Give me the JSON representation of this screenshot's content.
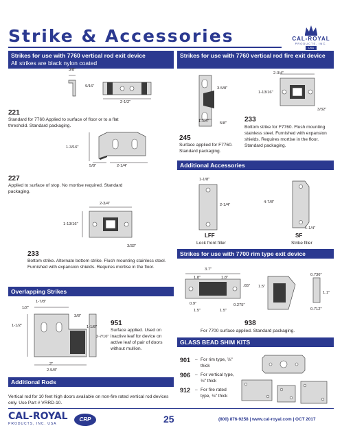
{
  "page": {
    "title": "Strike & Accessories",
    "page_number": "25",
    "footer_contact": "(800) 876-9258 | www.cal-royal.com | OCT 2017",
    "accent_color": "#2b3990"
  },
  "logo": {
    "brand": "CAL-ROYAL",
    "sub": "PRODUCTS, INC.",
    "usa": "USA"
  },
  "footer_logo": {
    "brand": "CAL-ROYAL",
    "sub": "PRODUCTS, INC. USA",
    "partner": "CRP"
  },
  "sections": {
    "vertical_rod_exit": {
      "heading": "Strikes for use with 7760 vertical rod exit device",
      "subheading": "All strikes are black nylon coated"
    },
    "vertical_rod_exit_f": {
      "heading": "Strikes for use with 7760 vertical rod fire exit device"
    },
    "additional_accessories": {
      "heading": "Additional Accessories"
    },
    "overlapping": {
      "heading": "Overlapping Strikes"
    },
    "additional_rods": {
      "heading": "Additional Rods",
      "text": "Vertical rod for 10 feet high doors available on non-fire rated vertical rod devices only. Use Part # VRRD-10."
    },
    "rim_type": {
      "heading": "Strikes for use with 7700 rim type exit device"
    },
    "glass_bead": {
      "heading": "GLASS BEAD SHIM KITS"
    }
  },
  "products": {
    "p221": {
      "number": "221",
      "text": "Standard for 7760.Applied to surface of floor or to a flat threshold. Standard packaging.",
      "dims": {
        "a": "3/8\"",
        "b": "9/16\"",
        "c": "2-1/2\""
      }
    },
    "p227": {
      "number": "227",
      "text": "Applied to surface of stop. No mortise required. Standard packaging.",
      "dims": {
        "a": "1-3/16\"",
        "b": "5/8\"",
        "c": "2-1/4\""
      }
    },
    "p233": {
      "number": "233",
      "text": "Bottom strike. Alternate bottom strike. Flush mounting stainless steel. Furnished with expansion shields. Requires mortise in the floor.",
      "dims": {
        "a": "2-3/4\"",
        "b": "1-13/16\"",
        "c": "3/32\""
      }
    },
    "p245": {
      "number": "245",
      "text": "Surface applied for F7760. Standard packaging.",
      "dims": {
        "a": "3-5/8\"",
        "b": "1-1/4\"",
        "c": "5/8\""
      }
    },
    "p233f": {
      "number": "233",
      "text": "Bottom strike for F7760. Flush mounting stainless steel. Furnished with expansion shields. Requires mortise in the floor. Standard packaging.",
      "dims": {
        "a": "2-3/4\"",
        "b": "1-13/16\"",
        "c": "3/32\""
      }
    },
    "lff": {
      "number": "LFF",
      "text": "Lock front filler",
      "dims": {
        "a": "1-1/8\"",
        "b": "2-1/4\""
      }
    },
    "sf": {
      "number": "SF",
      "text": "Strike filler",
      "dims": {
        "a": "4-7/8\"",
        "b": "1-1/4\""
      }
    },
    "p951": {
      "number": "951",
      "text": "Surface applied. Used on inactive leaf for device on active leaf of pair of doors without mullion.",
      "dims": {
        "a": "1-7/8\"",
        "b": "1/2\"",
        "c": "3/8\"",
        "d": "1-1/2\"",
        "e": "1-1/8\"",
        "f": "2-7/16\"",
        "g": "2\"",
        "h": "2-5/8\""
      }
    },
    "p938": {
      "number": "938",
      "text": "For 7700 surface applied. Standard packaging.",
      "dims": {
        "a": "3.7\"",
        "b": "1.8\"",
        "c": "1.8\"",
        "d": ".65\"",
        "e": "1.5\"",
        "f": "0.736\"",
        "g": "0.9\"",
        "h": "1.5\"",
        "i": "1.5\"",
        "j": "0.275\"",
        "k": "1.1\"",
        "l": "0.712\""
      }
    }
  },
  "shims": [
    {
      "number": "901",
      "dash": "–",
      "text": "For rim type, ⅛\" thick"
    },
    {
      "number": "906",
      "dash": "–",
      "text": "For vertical type, ⅛\" thick"
    },
    {
      "number": "912",
      "dash": "–",
      "text": "For fire rated type, ⅛\" thick"
    }
  ]
}
